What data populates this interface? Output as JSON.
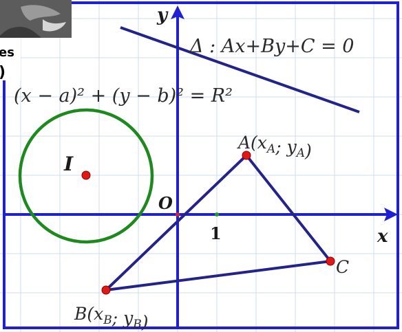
{
  "axes": {
    "x_label": "x",
    "y_label": "y",
    "origin_label": "O",
    "unit_tick_label": "1"
  },
  "equations": {
    "line": "Δ : Ax+By+C = 0",
    "circle": "(x − a)² + (y − b)² = R²"
  },
  "points": {
    "I": "I",
    "A": "A(x_A; y_A)",
    "B": "B(x_B; y_B)",
    "C": "C"
  },
  "photo_fragment": {
    "text_line1": "es",
    "text_line2": ")"
  },
  "colors": {
    "axis": "#1f1fd6",
    "grid": "#cfdcec",
    "line_delta": "#23238a",
    "triangle": "#23238a",
    "circle": "#1e8a1e",
    "point": "#e01818",
    "frame": "#1f1fd6"
  }
}
